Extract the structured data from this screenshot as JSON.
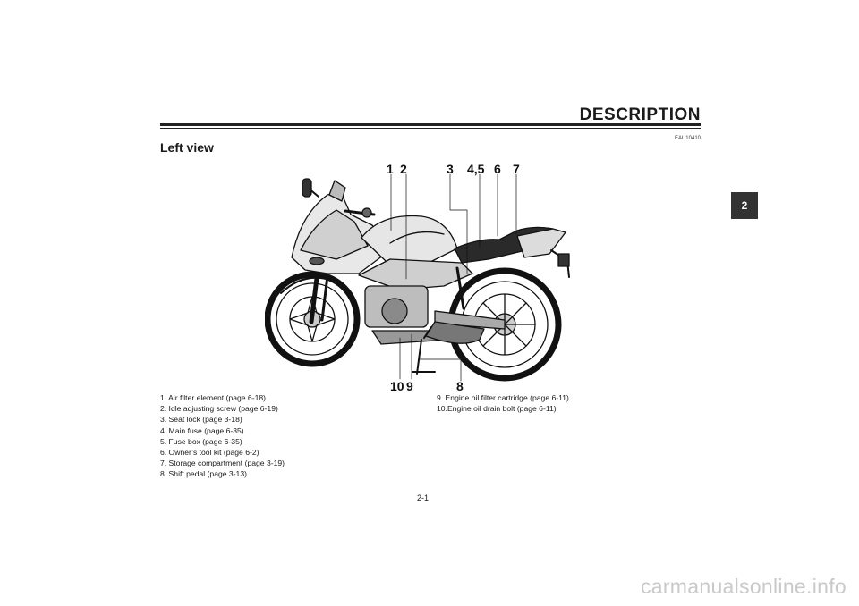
{
  "header": {
    "title": "DESCRIPTION"
  },
  "chapter_tab": "2",
  "reference_code": "EAU10410",
  "section": {
    "heading": "Left view"
  },
  "callouts": {
    "c1": "1",
    "c2": "2",
    "c3": "3",
    "c45": "4,5",
    "c6": "6",
    "c7": "7",
    "c10": "10",
    "c9": "9",
    "c8": "8"
  },
  "legend_left": [
    "1. Air filter element (page 6-18)",
    "2. Idle adjusting screw (page 6-19)",
    "3. Seat lock (page 3-18)",
    "4. Main fuse (page 6-35)",
    "5. Fuse box (page 6-35)",
    "6. Owner’s tool kit (page 6-2)",
    "7. Storage compartment (page 3-19)",
    "8. Shift pedal (page 3-13)"
  ],
  "legend_right": [
    "9. Engine oil filter cartridge (page 6-11)",
    "10.Engine oil drain bolt (page 6-11)"
  ],
  "footer": {
    "page_number": "2-1"
  },
  "watermark": "carmanualsonline.info"
}
